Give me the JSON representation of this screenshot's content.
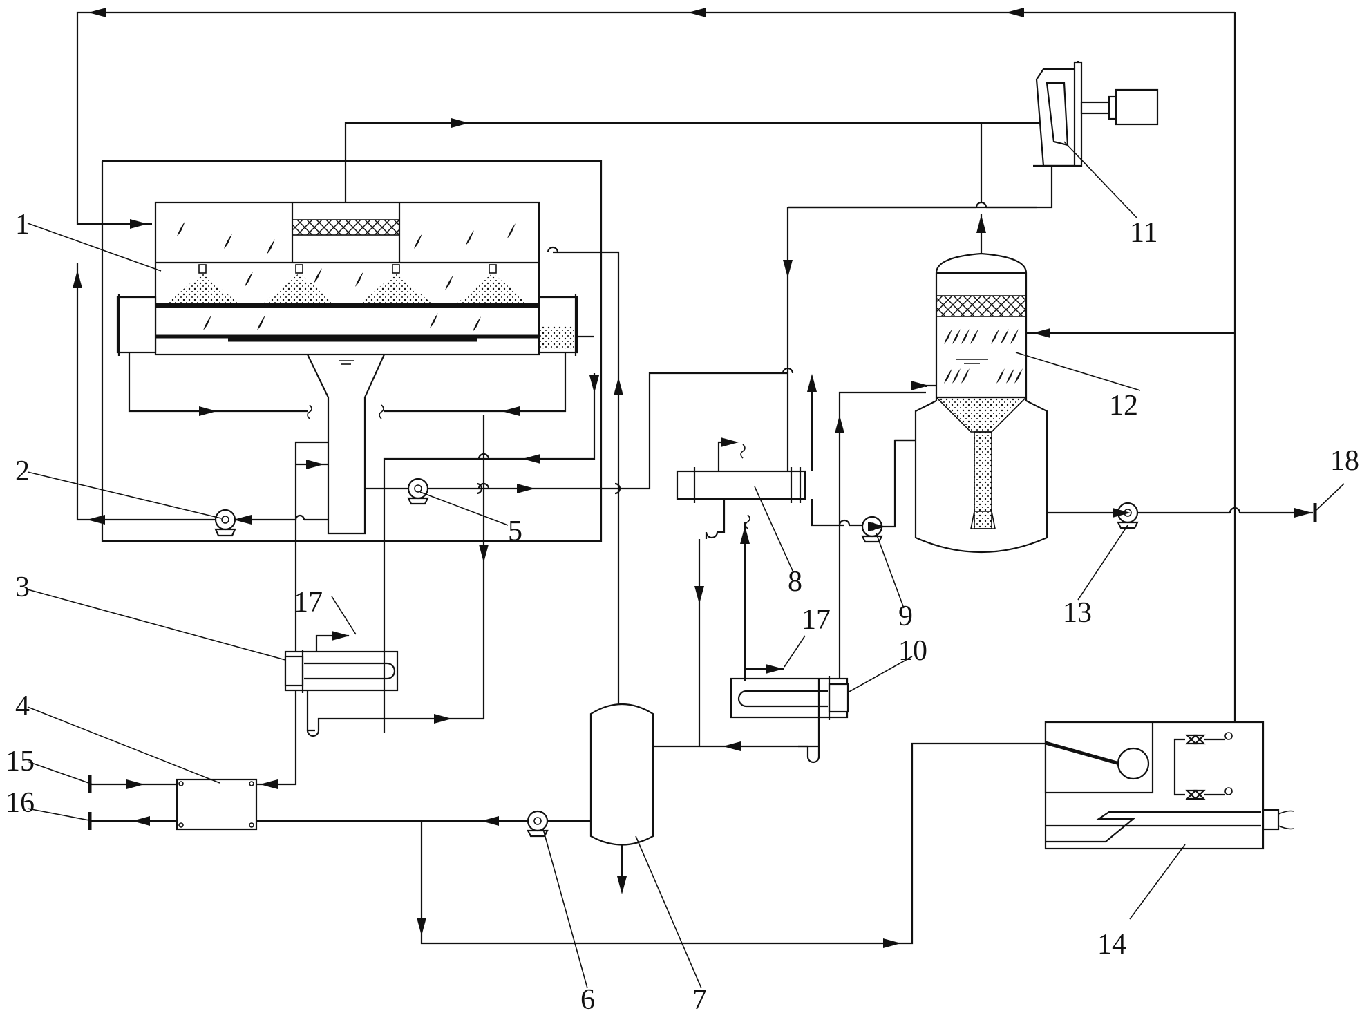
{
  "labels": {
    "l1": "1",
    "l2": "2",
    "l3": "3",
    "l4": "4",
    "l5": "5",
    "l6": "6",
    "l7": "7",
    "l8": "8",
    "l9": "9",
    "l10": "10",
    "l11": "11",
    "l12": "12",
    "l13": "13",
    "l14": "14",
    "l15": "15",
    "l16": "16",
    "l17a": "17",
    "l17b": "17",
    "l18": "18"
  }
}
